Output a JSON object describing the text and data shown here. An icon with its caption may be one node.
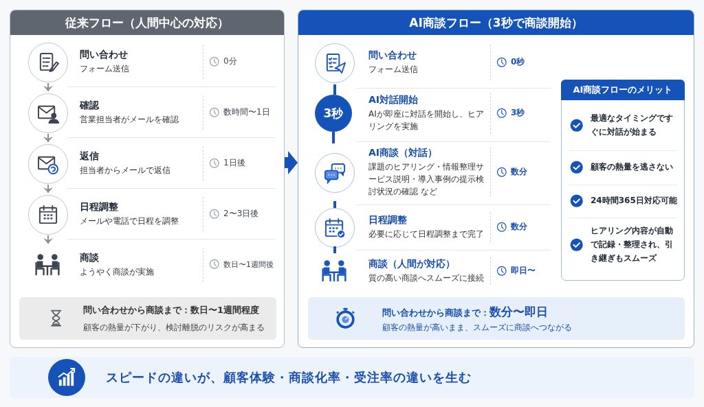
{
  "diagram": {
    "nodes": [
      {
        "text": [
          "従来フロー（人間中心の対応）"
        ]
      },
      {
        "text": [
          "問い合わせ",
          "フォーム送信",
          "0分"
        ],
        "in": 0
      },
      {
        "text": [
          "確認",
          "営業担当者がメールを確認",
          "数時間〜1日"
        ],
        "in": 0
      },
      {
        "text": [
          "返信",
          "担当者からメールで返信",
          "1日後"
        ],
        "in": 0
      },
      {
        "text": [
          "日程調整",
          "メールや電話で日程を調整",
          "2〜3日後"
        ],
        "in": 0
      },
      {
        "text": [
          "商談",
          "ようやく商談が実施",
          "数日〜1週間後"
        ],
        "in": 0
      },
      {
        "text": [
          "問い合わせから商談まで：数日〜1週間程度",
          "顧客の熱量が下がり、検討離脱のリスクが高まる"
        ],
        "in": 0
      },
      {
        "text": [
          "AI商談フロー（3秒で商談開始）"
        ]
      },
      {
        "text": [
          "問い合わせ",
          "フォーム送信",
          "0秒"
        ],
        "in": 7
      },
      {
        "text": [
          "AI対話開始",
          "AIが即座に対話を開始し、ヒアリングを実施",
          "3秒"
        ],
        "in": 7
      },
      {
        "text": [
          "3秒"
        ],
        "in": 7
      },
      {
        "text": [
          "AI商談（対話）",
          "課題のヒアリング・情報整理サービス説明・導入事例の提示検討状況の確認 など",
          "数分"
        ],
        "in": 7
      },
      {
        "text": [
          "日程調整",
          "必要に応じて日程調整まで完了",
          "数分"
        ],
        "in": 7
      },
      {
        "text": [
          "商談（人間が対応）",
          "質の高い商談へスムーズに接続",
          "即日〜"
        ],
        "in": 7
      },
      {
        "text": [
          "AI商談フローのメリット",
          "最適なタイミングですぐに対話が始まる",
          "顧客の熱量を逃さない",
          "24時間365日対応可能",
          "ヒアリング内容が自動で記録・整理され、引き継ぎもスムーズ"
        ],
        "in": 7
      },
      {
        "text": [
          "問い合わせから商談まで：**数分〜即日**",
          "顧客の熱量が高いまま、スムーズに商談へつながる"
        ],
        "in": 7
      },
      {
        "text": [
          "スピードの違いが、顧客体験・商談化率・受注率の違いを生む"
        ]
      }
    ],
    "edges": [
      {
        "from": 1,
        "to": 2,
        "arrow": "to",
        "color": "#8a9099"
      },
      {
        "from": 2,
        "to": 3,
        "arrow": "to",
        "color": "#8a9099"
      },
      {
        "from": 3,
        "to": 4,
        "arrow": "to",
        "color": "#8a9099"
      },
      {
        "from": 4,
        "to": 5,
        "arrow": "to",
        "color": "#8a9099"
      },
      {
        "from": 0,
        "to": 7,
        "arrow": "to",
        "style": "thick"
      },
      {
        "from": 8,
        "to": 10,
        "arrow": "none"
      },
      {
        "from": 10,
        "to": 11,
        "arrow": "none"
      },
      {
        "from": 11,
        "to": 12,
        "arrow": "none"
      },
      {
        "from": 12,
        "to": 13,
        "arrow": "none"
      }
    ]
  }
}
